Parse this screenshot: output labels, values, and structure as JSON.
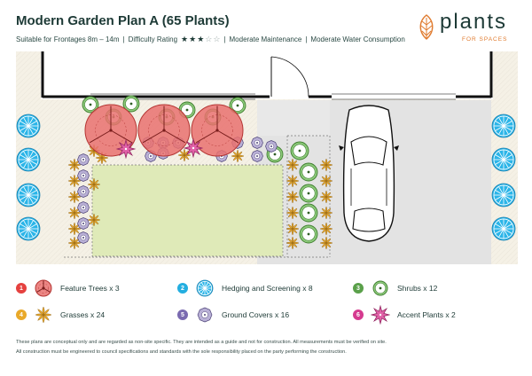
{
  "header": {
    "title": "Modern Garden Plan A (65 Plants)",
    "suitable": "Suitable for Frontages 8m – 14m",
    "sep": "|",
    "difficulty_label": "Difficulty Rating",
    "difficulty_stars": 3,
    "difficulty_max": 5,
    "maintenance": "Moderate Maintenance",
    "water": "Moderate Water Consumption"
  },
  "logo": {
    "brand": "plants",
    "tagline": "FOR SPACES"
  },
  "legend": [
    {
      "num": "1",
      "label": "Feature Trees x 3",
      "color": "#e5413f",
      "icon": "feature-tree-icon"
    },
    {
      "num": "2",
      "label": "Hedging and Screening x 8",
      "color": "#23aee0",
      "icon": "hedging-icon"
    },
    {
      "num": "3",
      "label": "Shrubs x 12",
      "color": "#5aa04a",
      "icon": "shrub-icon"
    },
    {
      "num": "4",
      "label": "Grasses x 24",
      "color": "#e9a92a",
      "icon": "grass-icon"
    },
    {
      "num": "5",
      "label": "Ground Covers x 16",
      "color": "#7a6ab0",
      "icon": "ground-cover-icon"
    },
    {
      "num": "6",
      "label": "Accent Plants x 2",
      "color": "#d53a8f",
      "icon": "accent-plant-icon"
    }
  ],
  "disclaimer": [
    "These plans are conceptual only and are regarded as non-site specific. They are intended as a guide and not for construction. All measurements must be verified on site.",
    "All construction must be engineered to council specifications and standards with the sole responsibility placed on the party performing the construction."
  ],
  "colors": {
    "title": "#1d3a36",
    "accent": "#e07b2f",
    "lawn": "#dfeab8",
    "driveway": "#e2e2e2",
    "garden_bed": "#f7f3ea",
    "hedge": "#2bb5e8",
    "tree": "#e9716f",
    "shrub": "#8cc97a",
    "grass": "#e9a92a",
    "ground_cover": "#b9b0d6",
    "accent_plant": "#e061a7"
  }
}
